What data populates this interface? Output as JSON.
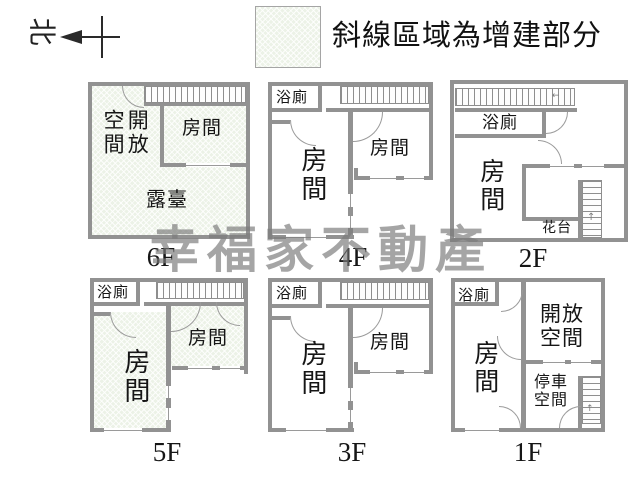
{
  "compass": {
    "north_label": "北"
  },
  "legend": {
    "text": "斜線區域為增建部分"
  },
  "watermark": {
    "text": "幸福家不動產"
  },
  "icons": {
    "up_arrow": "↑",
    "left_arrow": "←"
  },
  "colors": {
    "wall": "#929292",
    "addition_fill": "#ecf2e7",
    "watermark_gray": "#7b7b7b"
  },
  "floors": {
    "f6": {
      "label": "6F",
      "open_space": "開放空間",
      "room": "房間",
      "terrace": "露臺"
    },
    "f5": {
      "label": "5F",
      "bath": "浴廁",
      "room_left": "房間",
      "room_right": "房間"
    },
    "f4": {
      "label": "4F",
      "bath": "浴廁",
      "room_left": "房間",
      "room_right": "房間"
    },
    "f3": {
      "label": "3F",
      "bath": "浴廁",
      "room_left": "房間",
      "room_right": "房間"
    },
    "f2": {
      "label": "2F",
      "bath": "浴廁",
      "room": "房間",
      "flower_bed": "花台"
    },
    "f1": {
      "label": "1F",
      "bath": "浴廁",
      "room": "房間",
      "open_space": "開放空間",
      "parking": "停車空間"
    }
  }
}
